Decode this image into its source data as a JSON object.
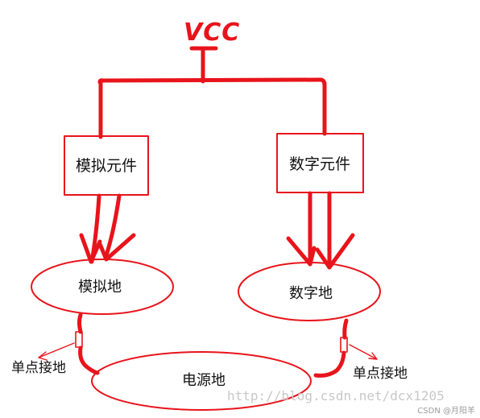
{
  "diagram": {
    "vcc": "VCC",
    "analog_component": "模拟元件",
    "digital_component": "数字元件",
    "analog_ground": "模拟地",
    "digital_ground": "数字地",
    "power_ground": "电源地",
    "single_point_left": "单点接地",
    "single_point_right": "单点接地"
  },
  "watermark": {
    "url": "http://blog.csdn.net/dcx1205",
    "brand": "CSDN @月阳羊"
  },
  "colors": {
    "wire": "#e8141b",
    "text": "#111111"
  }
}
